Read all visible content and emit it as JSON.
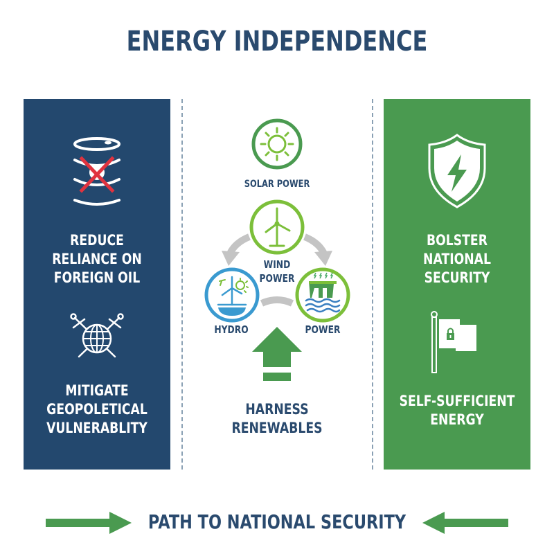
{
  "title": "ENERGY INDEPENDENCE",
  "colors": {
    "navy": "#23486e",
    "green": "#4a9a50",
    "light_green": "#7cbf3a",
    "blue": "#3a9ad0",
    "text_dark": "#2a4a6e",
    "arrow_gray": "#c4c4c4",
    "x_red": "#e0333f"
  },
  "left_panel": {
    "item1": {
      "icon": "oil-barrel-crossed-icon",
      "line1": "REDUCE",
      "line2": "RELIANCE ON",
      "line3": "FOREIGN OIL"
    },
    "item2": {
      "icon": "globe-crossed-swords-icon",
      "line1": "MITIGATE",
      "line2": "GEOPOLETICAL",
      "line3": "VULNERABLITY"
    }
  },
  "center": {
    "solar": {
      "icon": "sun-icon",
      "label": "SOLAR POWER"
    },
    "wind": {
      "icon": "wind-turbine-icon",
      "line1": "WIND",
      "line2": "POWER"
    },
    "hydro": {
      "icon": "turbine-sun-water-icon",
      "label": "HYDRO"
    },
    "power": {
      "icon": "dam-icon",
      "label": "POWER"
    },
    "up_arrow": {
      "icon": "up-arrow-icon"
    },
    "caption_line1": "HARNESS",
    "caption_line2": "RENEWABLES"
  },
  "right_panel": {
    "item1": {
      "icon": "shield-lightning-icon",
      "line1": "BOLSTER",
      "line2": "NATIONAL",
      "line3": "SECURITY"
    },
    "item2": {
      "icon": "flag-lock-icon",
      "line1": "SELF-SUFFICIENT",
      "line2": "ENERGY"
    }
  },
  "footer": {
    "text": "PATH TO NATIONAL SECURITY",
    "left_arrow": "right-arrow-icon",
    "right_arrow": "left-arrow-icon"
  }
}
